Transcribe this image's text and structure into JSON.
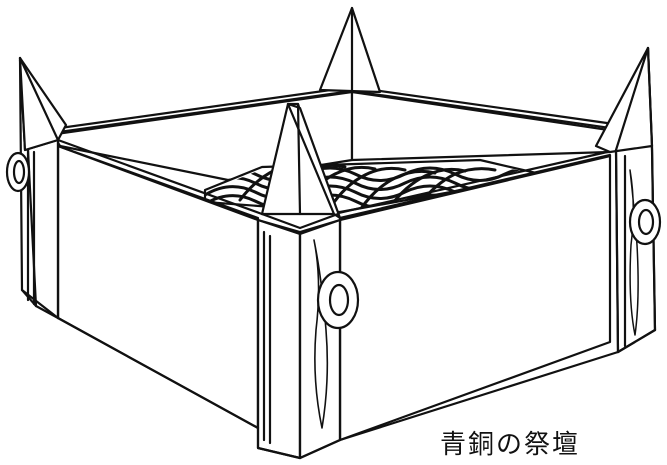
{
  "caption": "青銅の祭壇",
  "colors": {
    "ink": "#111111",
    "paper": "#ffffff"
  },
  "icons": [
    "altar-illustration",
    "ring-handle-icon",
    "grate-pattern"
  ]
}
